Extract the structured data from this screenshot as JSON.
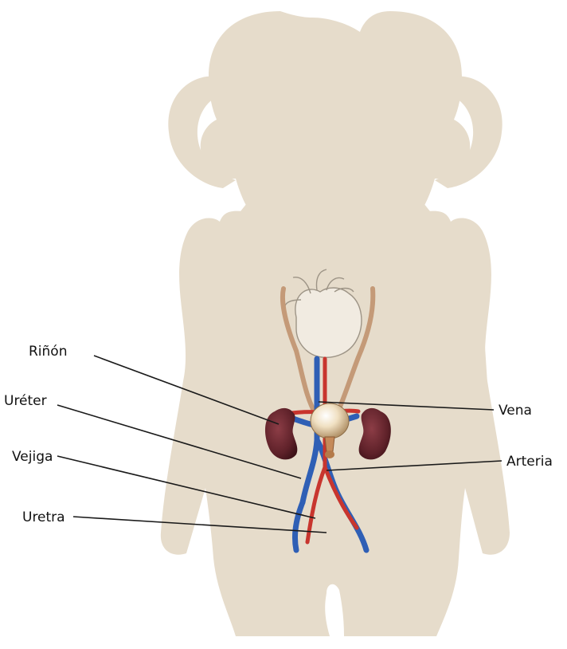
{
  "labels": {
    "kidney": "Riñón",
    "ureter": "Uréter",
    "bladder": "Vejiga",
    "urethra": "Uretra",
    "vein": "Vena",
    "artery": "Arteria"
  },
  "colors": {
    "silhouette": "#e6dccb",
    "kidney": "#6a2a32",
    "vein": "#2f5fb5",
    "artery": "#c8352e",
    "ureter": "#c49a78",
    "bladder": "#e9d6b4",
    "heart_outline": "#9d9486",
    "leader_line": "#1a1a1a"
  }
}
